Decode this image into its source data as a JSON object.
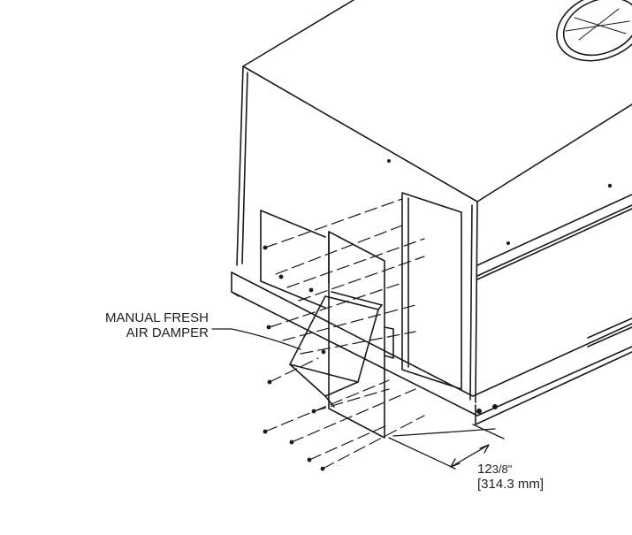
{
  "callout": {
    "line1": "MANUAL FRESH",
    "line2": "AIR DAMPER"
  },
  "dimension": {
    "imperial_whole": "12",
    "imperial_fraction": "3/8\"",
    "metric": "[314.3 mm]"
  },
  "colors": {
    "line": "#1a1a1a",
    "background": "#ffffff"
  }
}
